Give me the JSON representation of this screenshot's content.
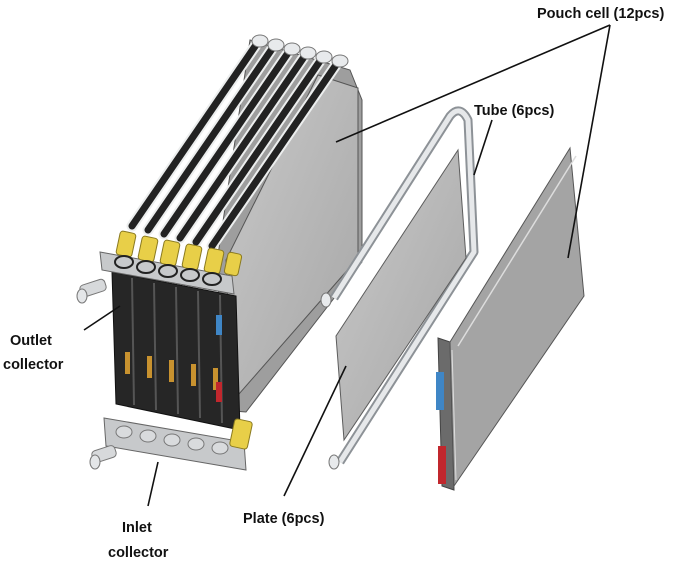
{
  "labels": {
    "pouch_cell": "Pouch cell (12pcs)",
    "tube": "Tube (6pcs)",
    "outlet_line1": "Outlet",
    "outlet_line2": "collector",
    "plate": "Plate (6pcs)",
    "inlet_line1": "Inlet",
    "inlet_line2": "collector"
  },
  "colors": {
    "plate": "#b4b4b4",
    "plate_edge": "#5c5c5c",
    "tube_dark": "#1c1c1c",
    "tube_light": "#e2e4e6",
    "connector_yellow": "#e8cf48",
    "collector": "#c7c9cb",
    "tab_blue": "#3f86c6",
    "tab_red": "#c1272d"
  },
  "icons": [
    "battery-module-assembly",
    "cooling-plate-with-tube",
    "pouch-cell"
  ]
}
